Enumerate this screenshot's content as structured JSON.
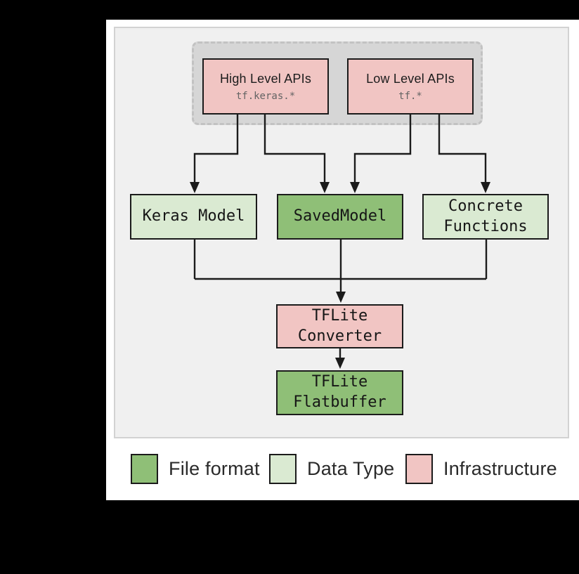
{
  "diagram": {
    "api_group": {
      "high": {
        "title": "High Level APIs",
        "code": "tf.keras.*"
      },
      "low": {
        "title": "Low Level APIs",
        "code": "tf.*"
      }
    },
    "nodes": {
      "keras_model": "Keras Model",
      "saved_model": "SavedModel",
      "concrete_functions": "Concrete\nFunctions",
      "tflite_converter": "TFLite\nConverter",
      "tflite_flatbuffer": "TFLite\nFlatbuffer"
    },
    "legend": [
      {
        "label": "File format",
        "color": "#8fbf77"
      },
      {
        "label": "Data Type",
        "color": "#daead2"
      },
      {
        "label": "Infrastructure",
        "color": "#f1c5c3"
      }
    ],
    "colors": {
      "file_format": "#8fbf77",
      "data_type": "#daead2",
      "infrastructure": "#f1c5c3",
      "panel_bg": "#f0f0f0",
      "group_bg": "#d6d6d6",
      "line": "#1b1b1b"
    }
  }
}
